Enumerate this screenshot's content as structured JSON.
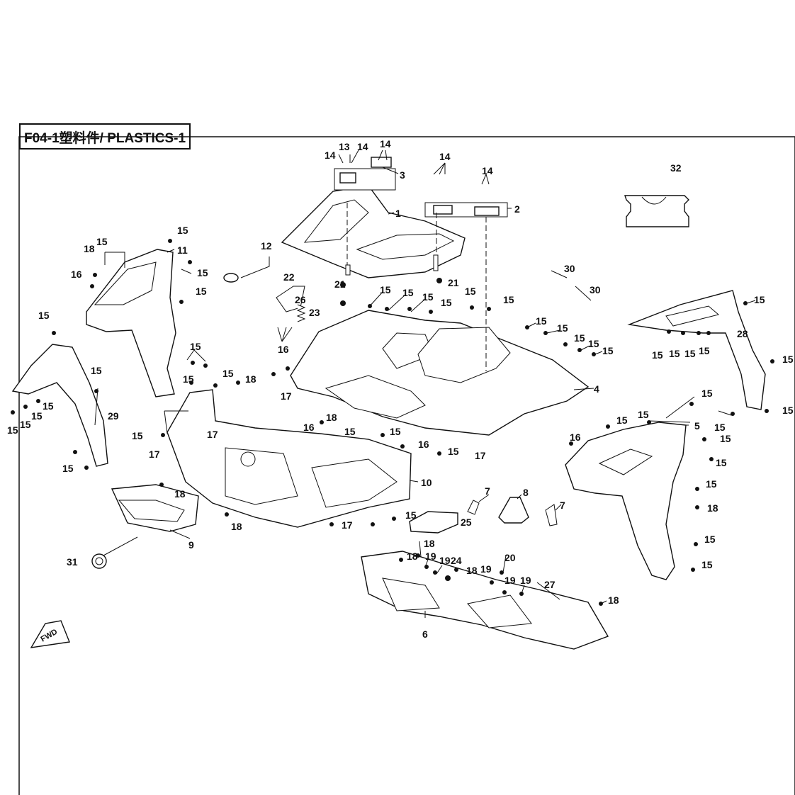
{
  "title": "F04-1塑料件/ PLASTICS-1",
  "fwd_label": "FWD",
  "callouts": [
    "1",
    "2",
    "3",
    "4",
    "5",
    "6",
    "7",
    "8",
    "9",
    "10",
    "11",
    "12",
    "13",
    "14",
    "15",
    "16",
    "17",
    "18",
    "19",
    "20",
    "21",
    "22",
    "23",
    "24",
    "25",
    "26",
    "27",
    "28",
    "29",
    "30",
    "31",
    "32"
  ]
}
